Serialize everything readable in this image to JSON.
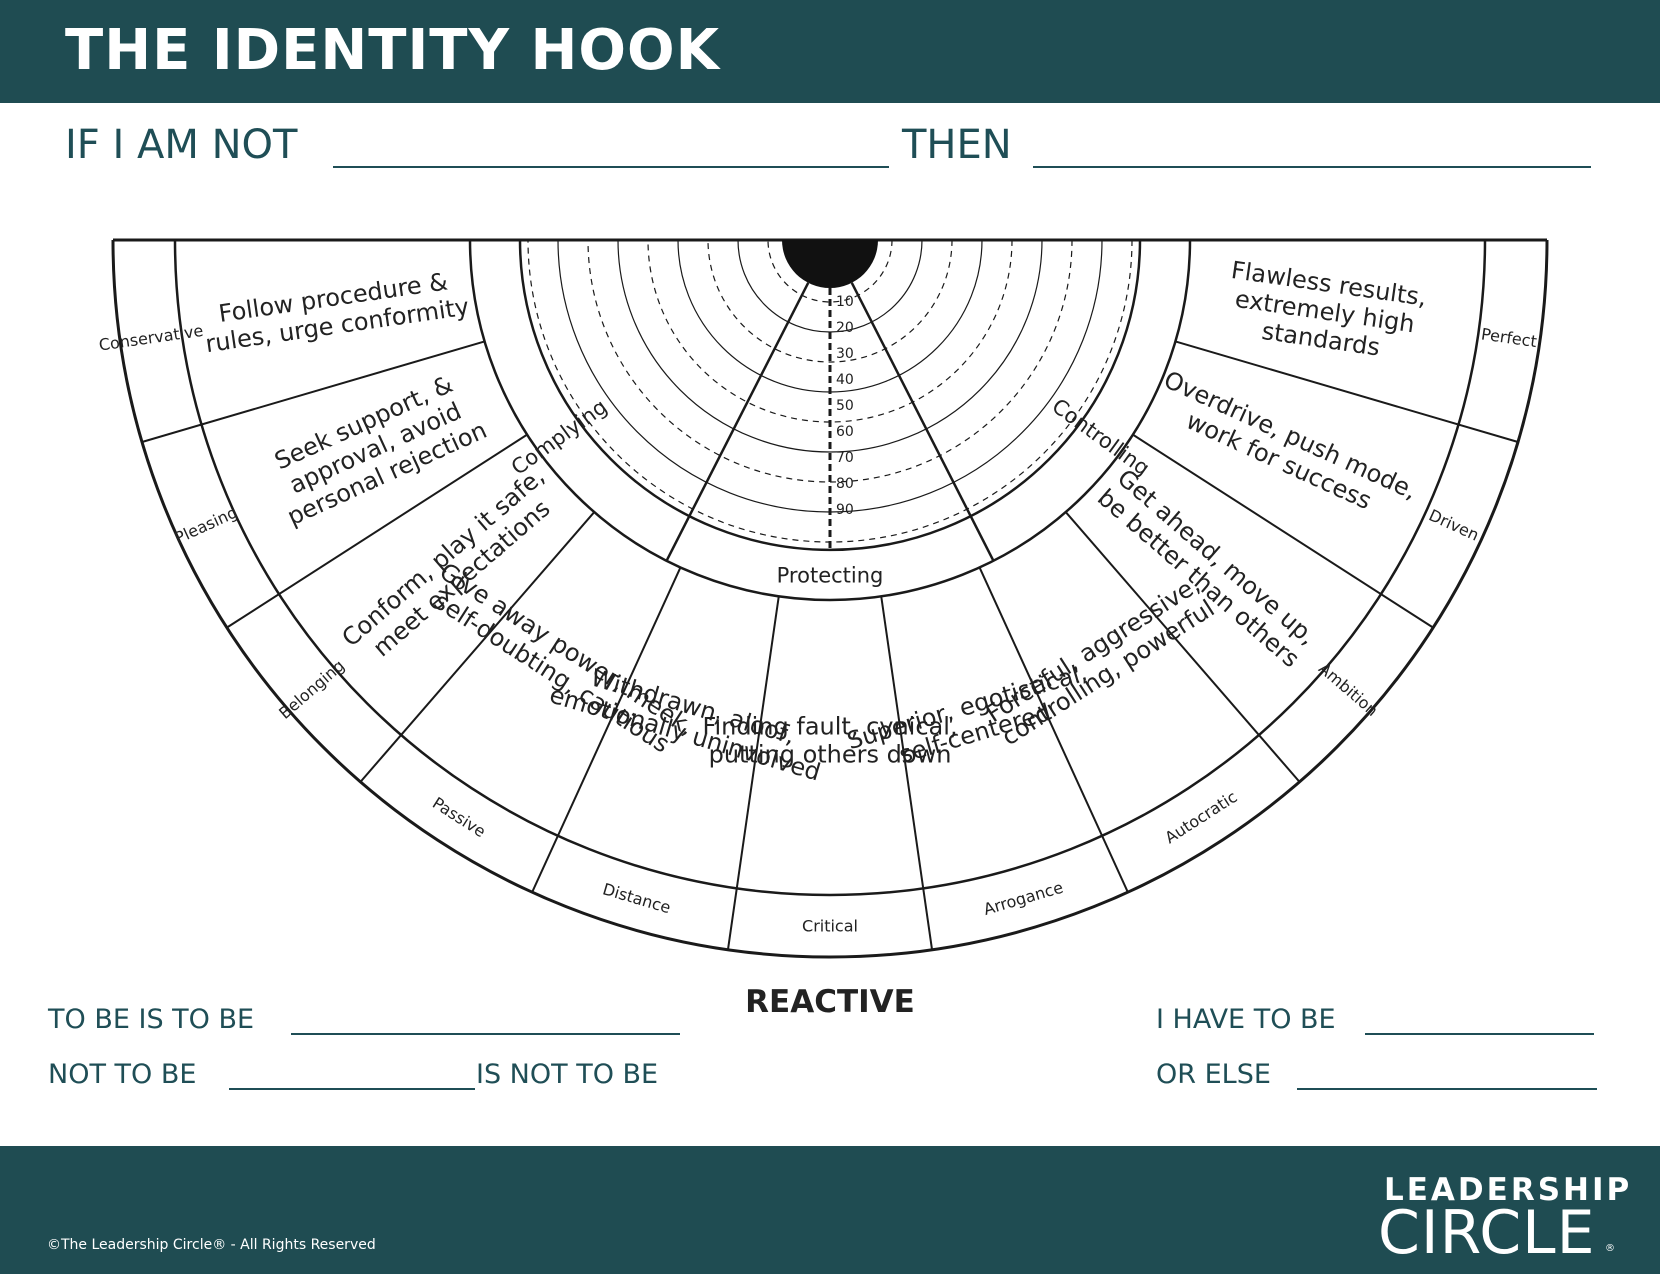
{
  "title": "THE IDENTITY HOOK",
  "prompt_line": {
    "left": "IF I AM NOT",
    "right": "THEN"
  },
  "center_label": "REACTIVE",
  "lower_left": {
    "line1": "TO BE IS TO BE",
    "line2_a": "NOT TO BE",
    "line2_b": "IS NOT TO BE"
  },
  "lower_right": {
    "line1": "I HAVE TO BE",
    "line2": "OR ELSE"
  },
  "categories": [
    "Complying",
    "Protecting",
    "Controlling"
  ],
  "scale": [
    "10",
    "20",
    "30",
    "40",
    "50",
    "60",
    "70",
    "80",
    "90"
  ],
  "segments": [
    {
      "outer": "Conservative",
      "lines": [
        "Follow procedure &",
        "rules, urge conformity"
      ]
    },
    {
      "outer": "Pleasing",
      "lines": [
        "Seek support, &",
        "approval, avoid",
        "personal rejection"
      ]
    },
    {
      "outer": "Belonging",
      "lines": [
        "Conform, play it safe,",
        "meet expectations"
      ]
    },
    {
      "outer": "Passive",
      "lines": [
        "Give away power, meek,",
        "self-doubting, cautious"
      ]
    },
    {
      "outer": "Distance",
      "lines": [
        "Withdrawn, aloof,",
        "emotionally uninvolved"
      ]
    },
    {
      "outer": "Critical",
      "lines": [
        "Finding fault, cynical,",
        "putting others down"
      ]
    },
    {
      "outer": "Arrogance",
      "lines": [
        "Superior, egotistical,",
        "self-centered"
      ]
    },
    {
      "outer": "Autocratic",
      "lines": [
        "Forceful, aggressive,",
        "controlling, powerful"
      ]
    },
    {
      "outer": "Ambition",
      "lines": [
        "Get ahead, move up,",
        "be better than others"
      ]
    },
    {
      "outer": "Driven",
      "lines": [
        "Overdrive, push mode,",
        "work for success"
      ]
    },
    {
      "outer": "Perfect",
      "lines": [
        "Flawless results,",
        "extremely high",
        "standards"
      ]
    }
  ],
  "copyright": "©The Leadership Circle® - All Rights Reserved",
  "logo": {
    "top": "LEADERSHIP",
    "bottom": "CIRCLE",
    "mark": "®"
  },
  "colors": {
    "brand": "#1f4c52",
    "text": "#1f4e56"
  }
}
